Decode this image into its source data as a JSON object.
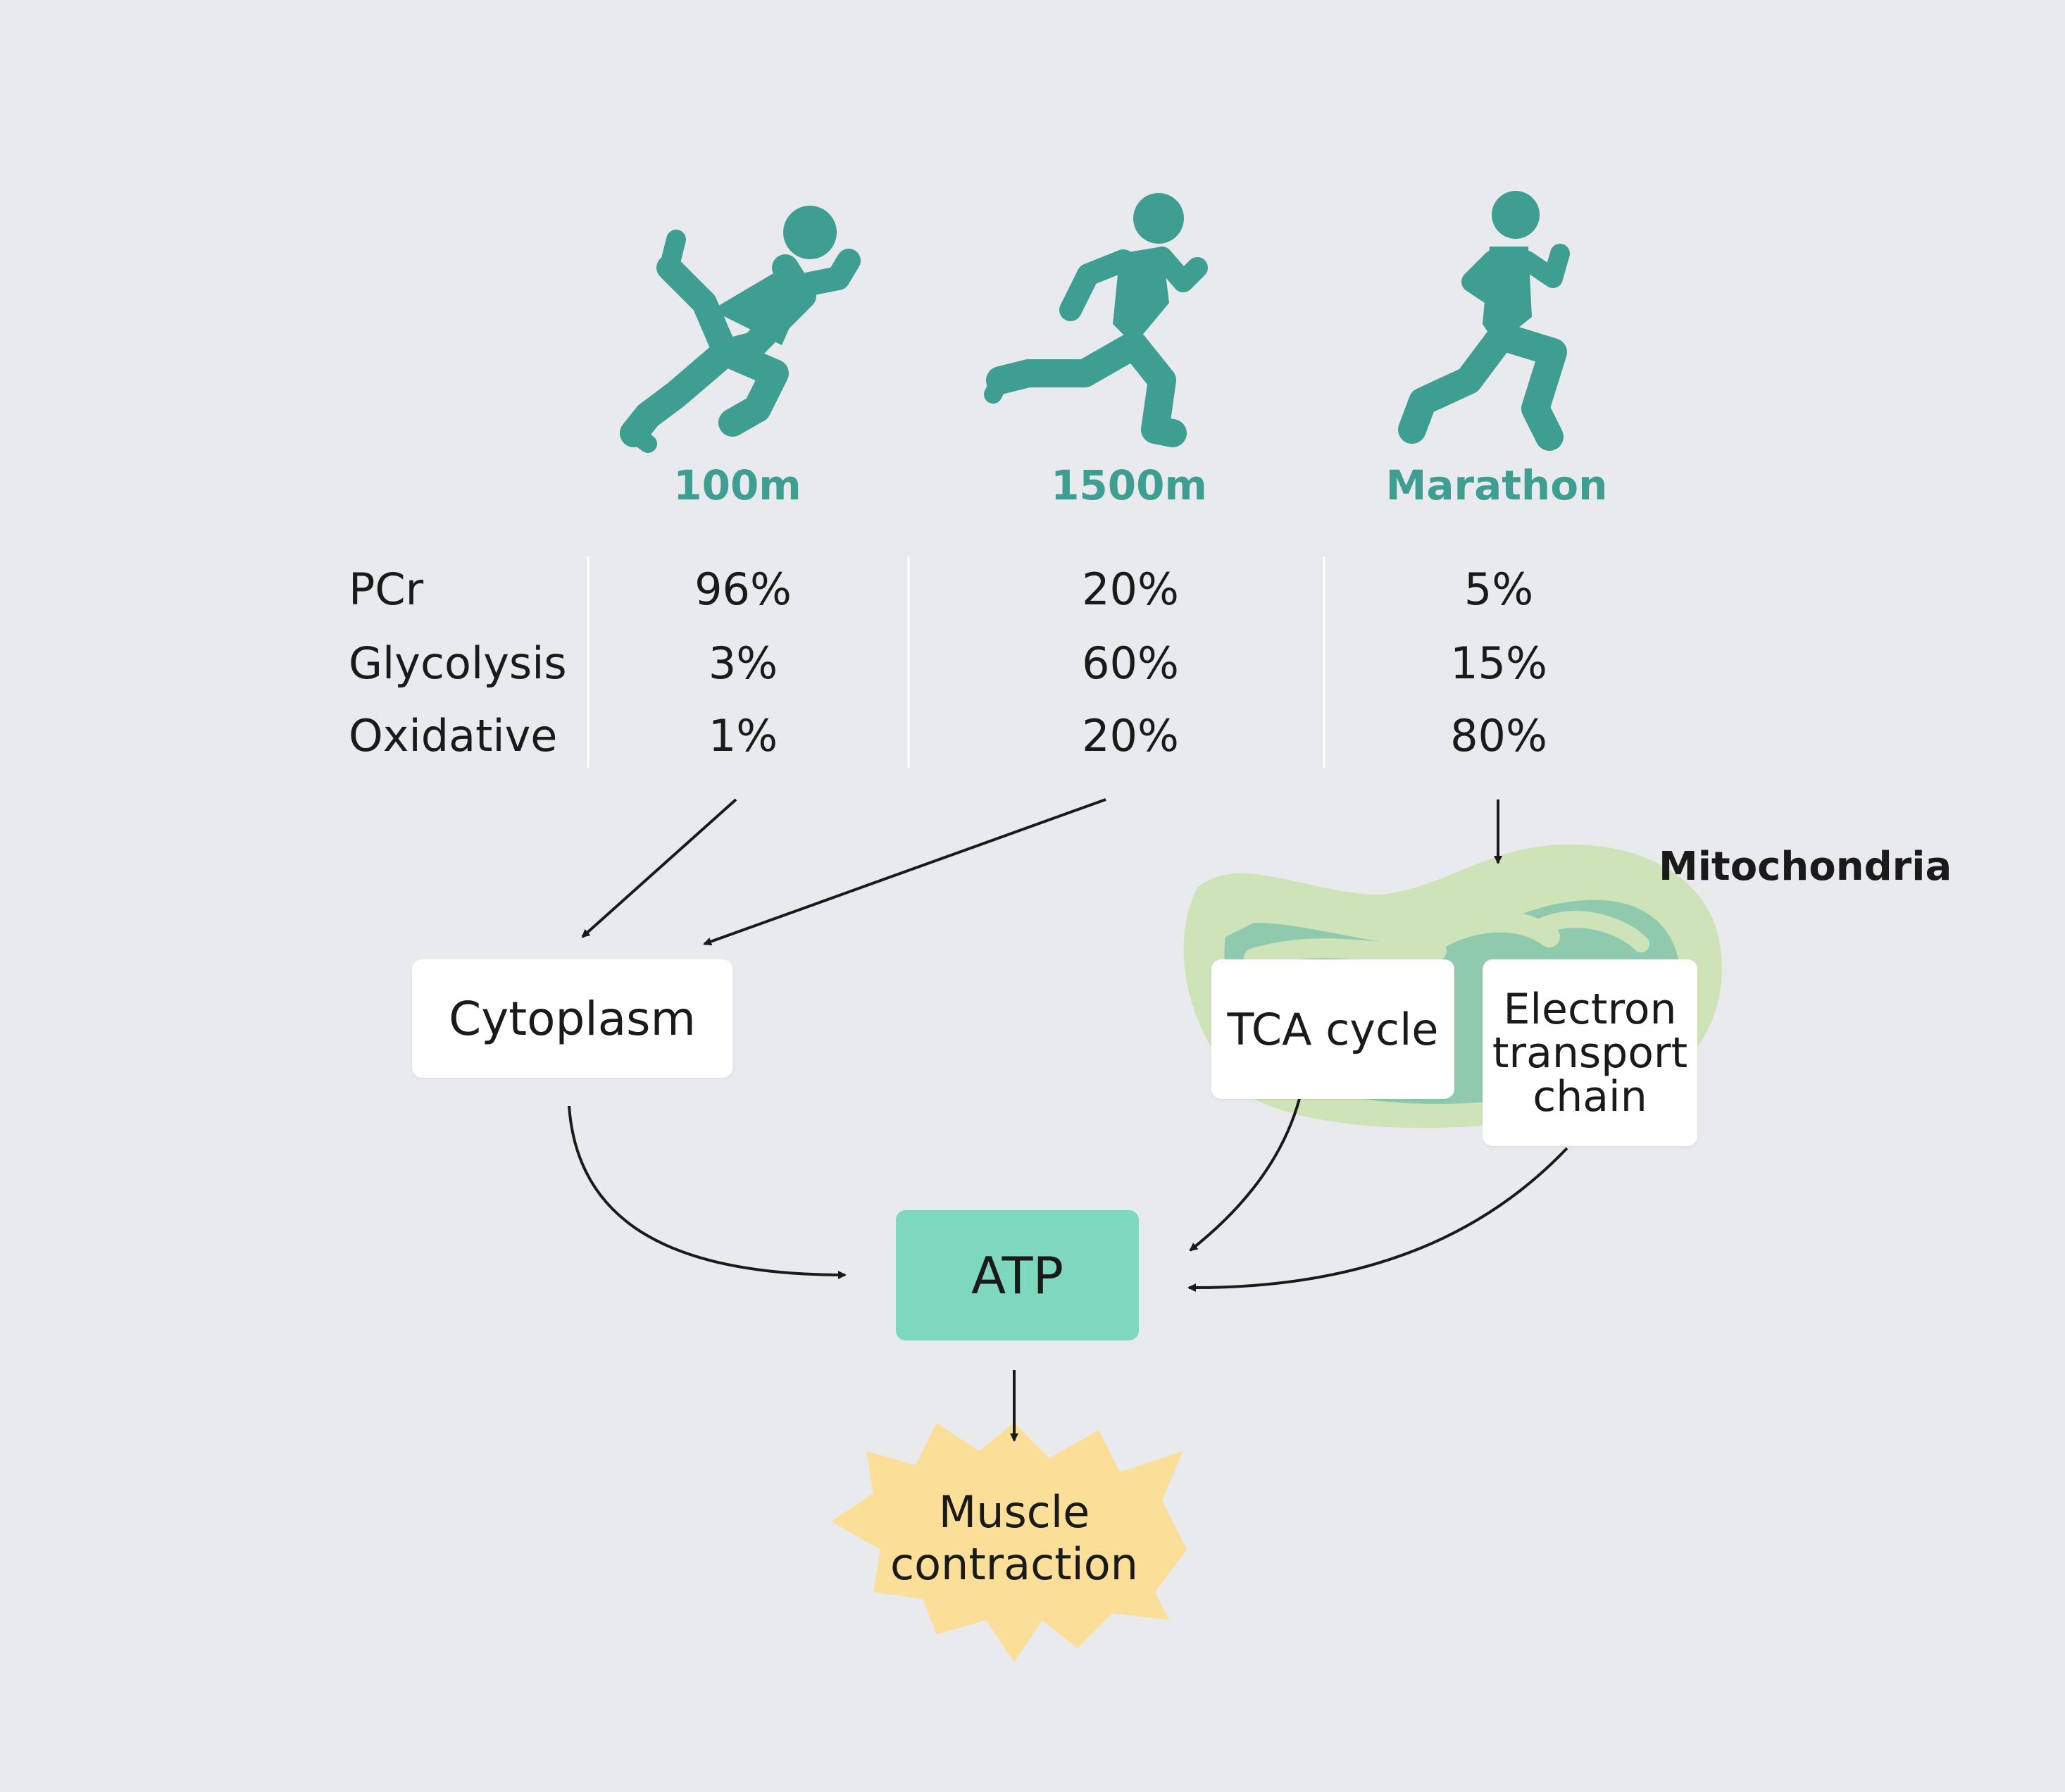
{
  "events": [
    {
      "label": "100m"
    },
    {
      "label": "1500m"
    },
    {
      "label": "Marathon"
    }
  ],
  "energy_table": {
    "row_labels": [
      "PCr",
      "Glycolysis",
      "Oxidative"
    ],
    "columns": [
      {
        "event": "100m",
        "values": [
          "96%",
          "3%",
          "1%"
        ]
      },
      {
        "event": "1500m",
        "values": [
          "20%",
          "60%",
          "20%"
        ]
      },
      {
        "event": "Marathon",
        "values": [
          "5%",
          "15%",
          "80%"
        ]
      }
    ]
  },
  "nodes": {
    "cytoplasm": "Cytoplasm",
    "mitochondria": "Mitochondria",
    "tca": "TCA cycle",
    "etc_line1": "Electron",
    "etc_line2": "transport",
    "etc_line3": "chain",
    "atp": "ATP",
    "muscle_line1": "Muscle",
    "muscle_line2": "contraction"
  },
  "colors": {
    "background": "#e8eaed",
    "runner": "#3e9e92",
    "event_label": "#3e9e92",
    "atp": "#7dd8be",
    "mito_outer": "#cfe3b8",
    "mito_inner": "#8fcaae",
    "burst": "#fbde97",
    "arrow": "#1a1a1a"
  },
  "icons": [
    "sprinter-icon",
    "middle-distance-runner-icon",
    "marathon-runner-icon",
    "mitochondria-icon",
    "burst-shape"
  ]
}
